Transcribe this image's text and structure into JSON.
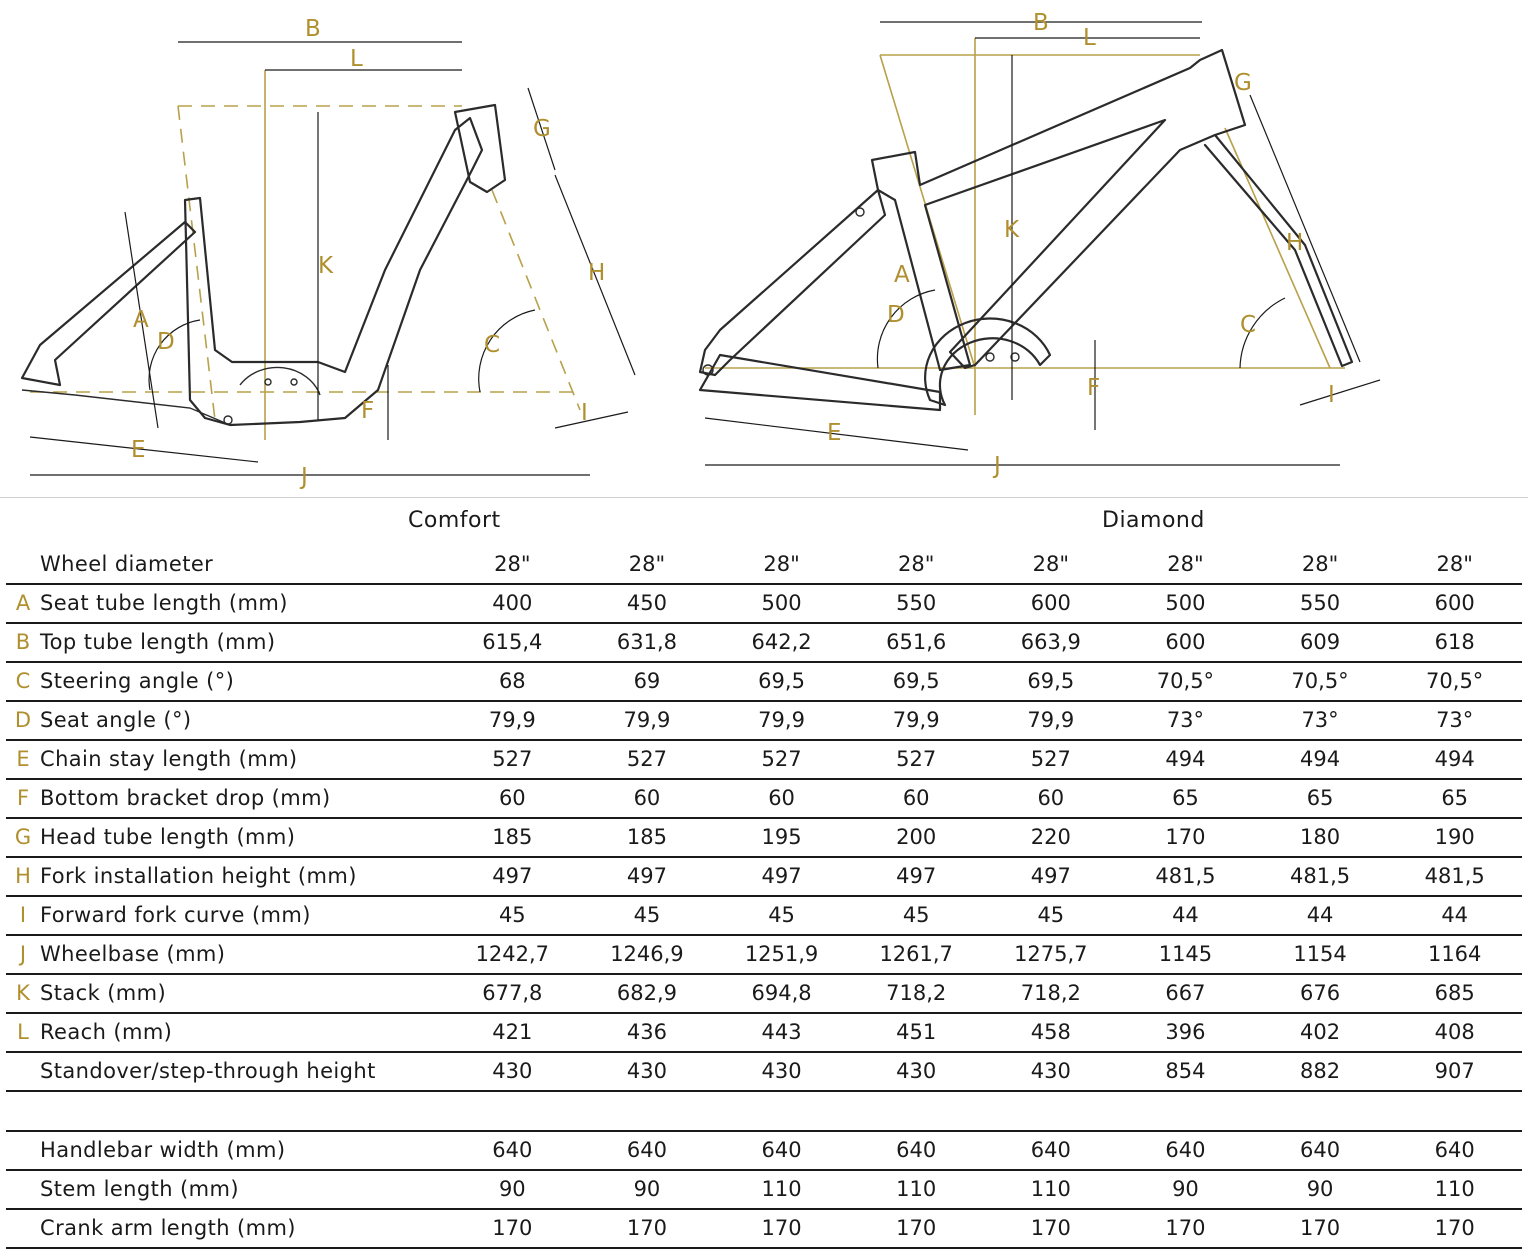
{
  "diagram": {
    "dimension_labels": [
      "A",
      "B",
      "C",
      "D",
      "E",
      "F",
      "G",
      "H",
      "I",
      "J",
      "K",
      "L"
    ]
  },
  "groups": {
    "comfort": "Comfort",
    "diamond": "Diamond"
  },
  "rows": [
    {
      "letter": "",
      "name": "Wheel diameter",
      "values": [
        "28\"",
        "28\"",
        "28\"",
        "28\"",
        "28\"",
        "28\"",
        "28\"",
        "28\""
      ]
    },
    {
      "letter": "A",
      "name": "Seat tube length (mm)",
      "values": [
        "400",
        "450",
        "500",
        "550",
        "600",
        "500",
        "550",
        "600"
      ]
    },
    {
      "letter": "B",
      "name": "Top tube length (mm)",
      "values": [
        "615,4",
        "631,8",
        "642,2",
        "651,6",
        "663,9",
        "600",
        "609",
        "618"
      ]
    },
    {
      "letter": "C",
      "name": "Steering angle (°)",
      "values": [
        "68",
        "69",
        "69,5",
        "69,5",
        "69,5",
        "70,5°",
        "70,5°",
        "70,5°"
      ]
    },
    {
      "letter": "D",
      "name": "Seat angle (°)",
      "values": [
        "79,9",
        "79,9",
        "79,9",
        "79,9",
        "79,9",
        "73°",
        "73°",
        "73°"
      ]
    },
    {
      "letter": "E",
      "name": "Chain stay length (mm)",
      "values": [
        "527",
        "527",
        "527",
        "527",
        "527",
        "494",
        "494",
        "494"
      ]
    },
    {
      "letter": "F",
      "name": "Bottom bracket drop (mm)",
      "values": [
        "60",
        "60",
        "60",
        "60",
        "60",
        "65",
        "65",
        "65"
      ]
    },
    {
      "letter": "G",
      "name": "Head tube length (mm)",
      "values": [
        "185",
        "185",
        "195",
        "200",
        "220",
        "170",
        "180",
        "190"
      ]
    },
    {
      "letter": "H",
      "name": "Fork installation height (mm)",
      "values": [
        "497",
        "497",
        "497",
        "497",
        "497",
        "481,5",
        "481,5",
        "481,5"
      ]
    },
    {
      "letter": "I",
      "name": "Forward fork curve (mm)",
      "values": [
        "45",
        "45",
        "45",
        "45",
        "45",
        "44",
        "44",
        "44"
      ]
    },
    {
      "letter": "J",
      "name": "Wheelbase (mm)",
      "values": [
        "1242,7",
        "1246,9",
        "1251,9",
        "1261,7",
        "1275,7",
        "1145",
        "1154",
        "1164"
      ]
    },
    {
      "letter": "K",
      "name": "Stack (mm)",
      "values": [
        "677,8",
        "682,9",
        "694,8",
        "718,2",
        "718,2",
        "667",
        "676",
        "685"
      ]
    },
    {
      "letter": "L",
      "name": "Reach (mm)",
      "values": [
        "421",
        "436",
        "443",
        "451",
        "458",
        "396",
        "402",
        "408"
      ]
    },
    {
      "letter": "",
      "name": "Standover/step-through height",
      "values": [
        "430",
        "430",
        "430",
        "430",
        "430",
        "854",
        "882",
        "907"
      ]
    }
  ],
  "extra_rows": [
    {
      "letter": "",
      "name": "Handlebar width (mm)",
      "values": [
        "640",
        "640",
        "640",
        "640",
        "640",
        "640",
        "640",
        "640"
      ]
    },
    {
      "letter": "",
      "name": "Stem length (mm)",
      "values": [
        "90",
        "90",
        "110",
        "110",
        "110",
        "90",
        "90",
        "110"
      ]
    },
    {
      "letter": "",
      "name": "Crank arm length (mm)",
      "values": [
        "170",
        "170",
        "170",
        "170",
        "170",
        "170",
        "170",
        "170"
      ]
    }
  ]
}
